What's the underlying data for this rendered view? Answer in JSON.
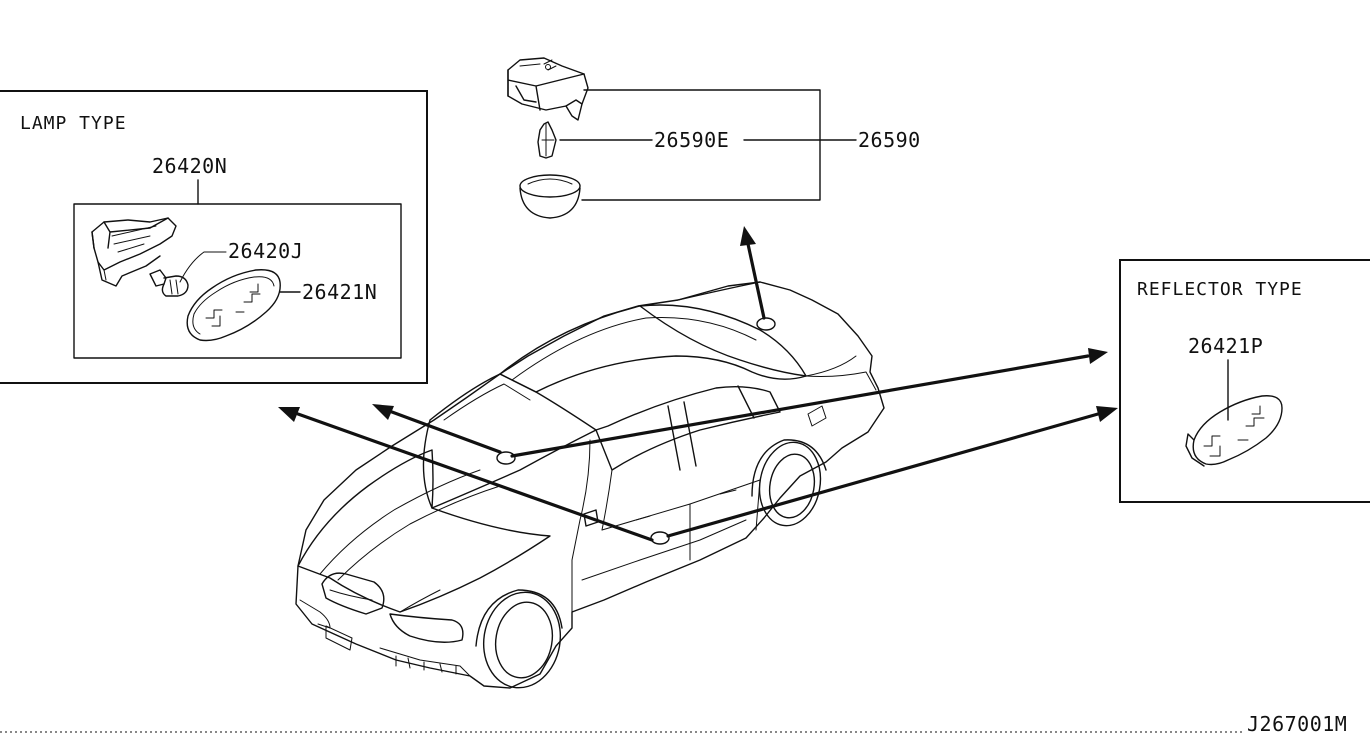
{
  "lamp_box": {
    "title": "LAMP TYPE",
    "assembly_part": "26420N",
    "bulb_part": "26420J",
    "lens_part": "26421N"
  },
  "roof_lamp": {
    "bulb_part": "26590E",
    "assembly_part": "26590"
  },
  "reflector_box": {
    "title": "REFLECTOR TYPE",
    "part": "26421P"
  },
  "diagram_code": "J267001M",
  "colors": {
    "line": "#111111",
    "background": "#ffffff"
  }
}
